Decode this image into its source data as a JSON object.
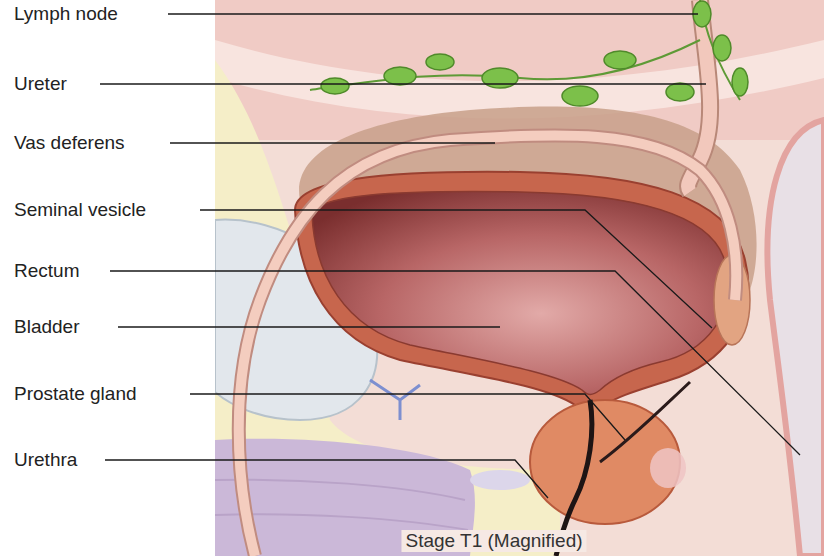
{
  "diagram": {
    "caption": "Stage T1 (Magnified)",
    "labels": [
      "Lymph node",
      "Ureter",
      "Vas deferens",
      "Seminal vesicle",
      "Rectum",
      "Bladder",
      "Prostate gland",
      "Urethra"
    ]
  }
}
